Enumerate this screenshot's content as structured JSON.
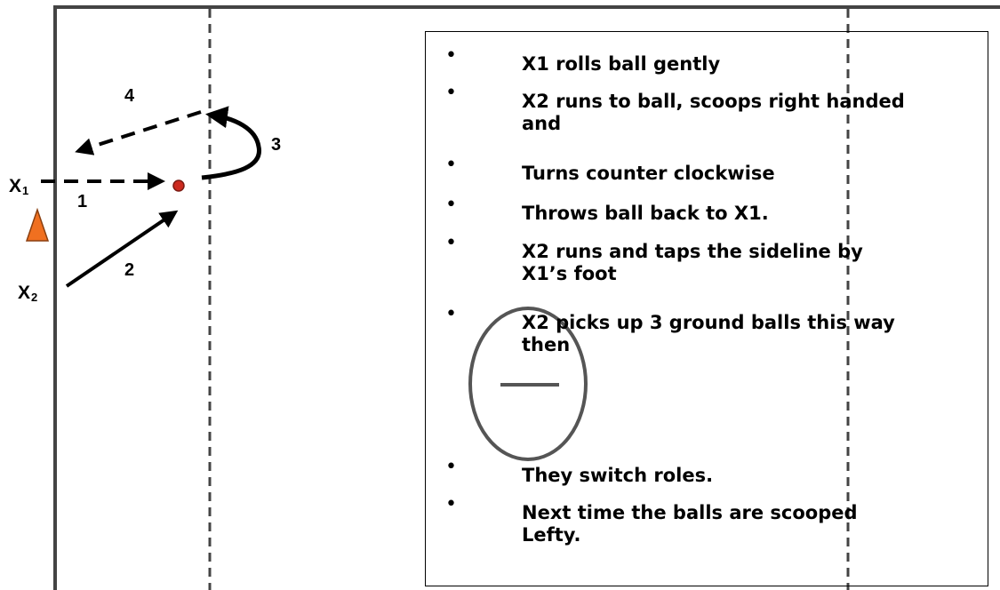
{
  "field": {
    "line_color": "#444444",
    "ball_color": "#cc2a1f",
    "cone_color": "#f07020"
  },
  "diagram": {
    "step_labels": [
      "1",
      "2",
      "3",
      "4"
    ],
    "players": [
      {
        "letter": "X",
        "sub": "1"
      },
      {
        "letter": "X",
        "sub": "2"
      }
    ]
  },
  "notes": {
    "bullet": "•",
    "items": [
      "X1 rolls ball gently",
      "X2 runs to ball, scoops right handed and",
      "Turns counter clockwise",
      "Throws ball back to X1.",
      "X2 runs and taps the sideline by X1’s foot",
      "X2 picks up 3 ground balls this way then",
      "They switch roles.",
      "Next time the balls are scooped Lefty."
    ]
  }
}
